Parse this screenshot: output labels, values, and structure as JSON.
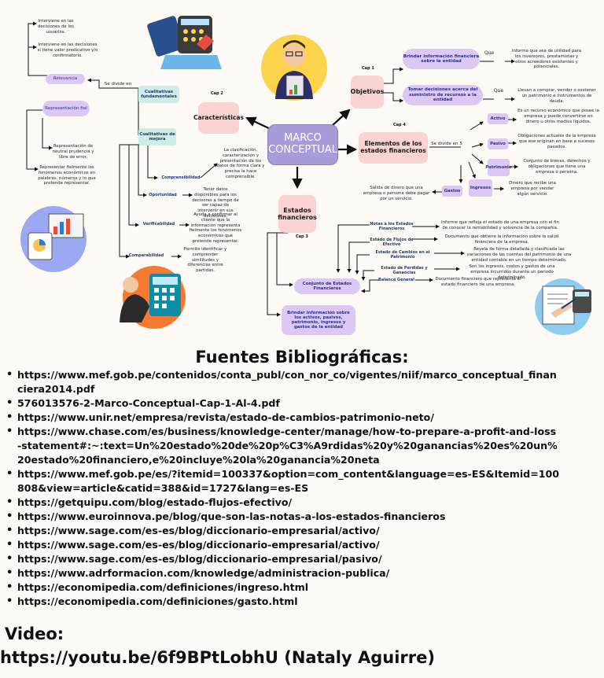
{
  "diagram": {
    "center": "MARCO CONCEPTUAL",
    "caracteristicas": {
      "title": "Características",
      "cap": "Cap 2"
    },
    "objetivos": {
      "title": "Objetivos",
      "cap": "Cap 1"
    },
    "elementos": {
      "title": "Elementos de los estados financieros",
      "cap": "Cap 4",
      "divide": "Se divide en 5"
    },
    "estados": {
      "title": "Estados financieros",
      "cap": "Cap 3"
    },
    "cualitativas_fund": "Cualitativas fundamentales",
    "cualitativas_mejora": "Cualitativas de mejora",
    "se_divide": "Se divide en",
    "relevancia": "Relevancia",
    "relevancia_n1": "Interviene en las decisiones de los usuarios.",
    "relevancia_n2": "Interviene en las decisiones si tiene valor predicativo y/o confirmatorio.",
    "representacion": "Representación fiel",
    "representacion_n1": "Representación de neutral prudencia y libre de error.",
    "representacion_n2": "Representar fielmente los fenómenos económicos en palabras, números y lo que pretende representar.",
    "comprensibilidad": "Comprensibilidad",
    "comprensibilidad_n": "La clasificación, caracterización y presentación de los datos de forma clara y precisa la hace comprensible.",
    "oportunidad": "Oportunidad",
    "oportunidad_n": "Tener datos disponibles para los decisores a tiempo de ser capaz de intervenir en sus decisiones.",
    "verificabilidad": "Verificabilidad",
    "verificabilidad_n": "Ayuda a confirmar al cliente que la información representa fielmente los fenómenos económicos que pretende representar.",
    "comparabilidad": "Comparabilidad",
    "comparabilidad_n": "Permite identificar y comprender similitudes y diferencias entre partidas.",
    "obj1": "Brindar información financiera sobre la entidad",
    "obj1_que": "Que",
    "obj1_n": "Informa que sea de utilidad para los inversores, prestamistas y otros acreedores existentes y potenciales.",
    "obj2": "Tomar decisiones acerca del suministro de recursos a la entidad",
    "obj2_que": "Que",
    "obj2_n": "Llevan a comprar, vender o sostener un patrimonio e instrumentos de deuda.",
    "activo": "Activo",
    "activo_n": "Es un recurso económico que posee la empresa y puede convertirse en dinero u otros medios líquidos.",
    "pasivo": "Pasivo",
    "pasivo_n": "Obligaciones actuales de la empresa que ese originan en base a sucesos pasados.",
    "patrimonio": "Patrimonio",
    "patrimonio_n": "Conjunto de bienes, derechos y obligaciones que tiene una empresa o persona.",
    "ingresos": "Ingresos",
    "ingresos_n": "Dinero que recibe una empresa por vender algún servicio.",
    "gastos": "Gastos",
    "gastos_n": "Salida de dinero que una empresa o persona debe pagar por un servicio.",
    "notas": "Notas a los Estados Financieros",
    "notas_n": "Informe que refleja el estado de una empresa con el fin de conocer la rentabilidad y solvencia de la compañía.",
    "flujos": "Estado de Flujos de Efectivo",
    "flujos_n": "Documento que obtiene la información sobre la salud financiera de la empresa.",
    "cambios": "Estado de Cambios en el Patrimonio",
    "cambios_n": "Revela de forma detallada y clasificada las variaciones de las cuentas del patrimonio de una entidad contable en un tiempo determinado.",
    "perdidas": "Estado de Perdidas y Ganancias",
    "perdidas_n": "Son los ingresos, costos y gastos de una empresa incurridos durante un periodo determinado.",
    "balance": "Balance General",
    "balance_n": "Documento financiero que representa el estado financiero de una empresa.",
    "conjunto": "Conjunto de Estados Financieros",
    "brindar": "Brindar información sobre los activos, pasivos, patrimonio, ingresos y gastos de la entidad"
  },
  "fuentes_title": "Fuentes Bibliográficas:",
  "references": [
    "https://www.mef.gob.pe/contenidos/conta_publ/con_nor_co/vigentes/niif/marco_conceptual_financiera2014.pdf",
    "576013576-2-Marco-Conceptual-Cap-1-Al-4.pdf",
    "https://www.unir.net/empresa/revista/estado-de-cambios-patrimonio-neto/",
    "https://www.chase.com/es/business/knowledge-center/manage/how-to-prepare-a-profit-and-loss-statement#:~:text=Un%20estado%20de%20p%C3%A9rdidas%20y%20ganancias%20es%20un%20estado%20financiero,e%20incluye%20la%20ganancia%20neta",
    "https://www.mef.gob.pe/es/?itemid=100337&option=com_content&language=es-ES&Itemid=100808&view=article&catid=388&id=1727&lang=es-ES",
    "https://getquipu.com/blog/estado-flujos-efectivo/",
    "https://www.euroinnova.pe/blog/que-son-las-notas-a-los-estados-financieros",
    "https://www.sage.com/es-es/blog/diccionario-empresarial/activo/",
    "https://www.sage.com/es-es/blog/diccionario-empresarial/activo/",
    "https://www.sage.com/es-es/blog/diccionario-empresarial/pasivo/",
    "https://www.adrformacion.com/knowledge/administracion-publica/",
    "https://economipedia.com/definiciones/ingreso.html",
    "https://economipedia.com/definiciones/gasto.html"
  ],
  "video_label": "Video:",
  "video_url": "https://youtu.be/6f9BPtLobhU (Nataly Aguirre)"
}
